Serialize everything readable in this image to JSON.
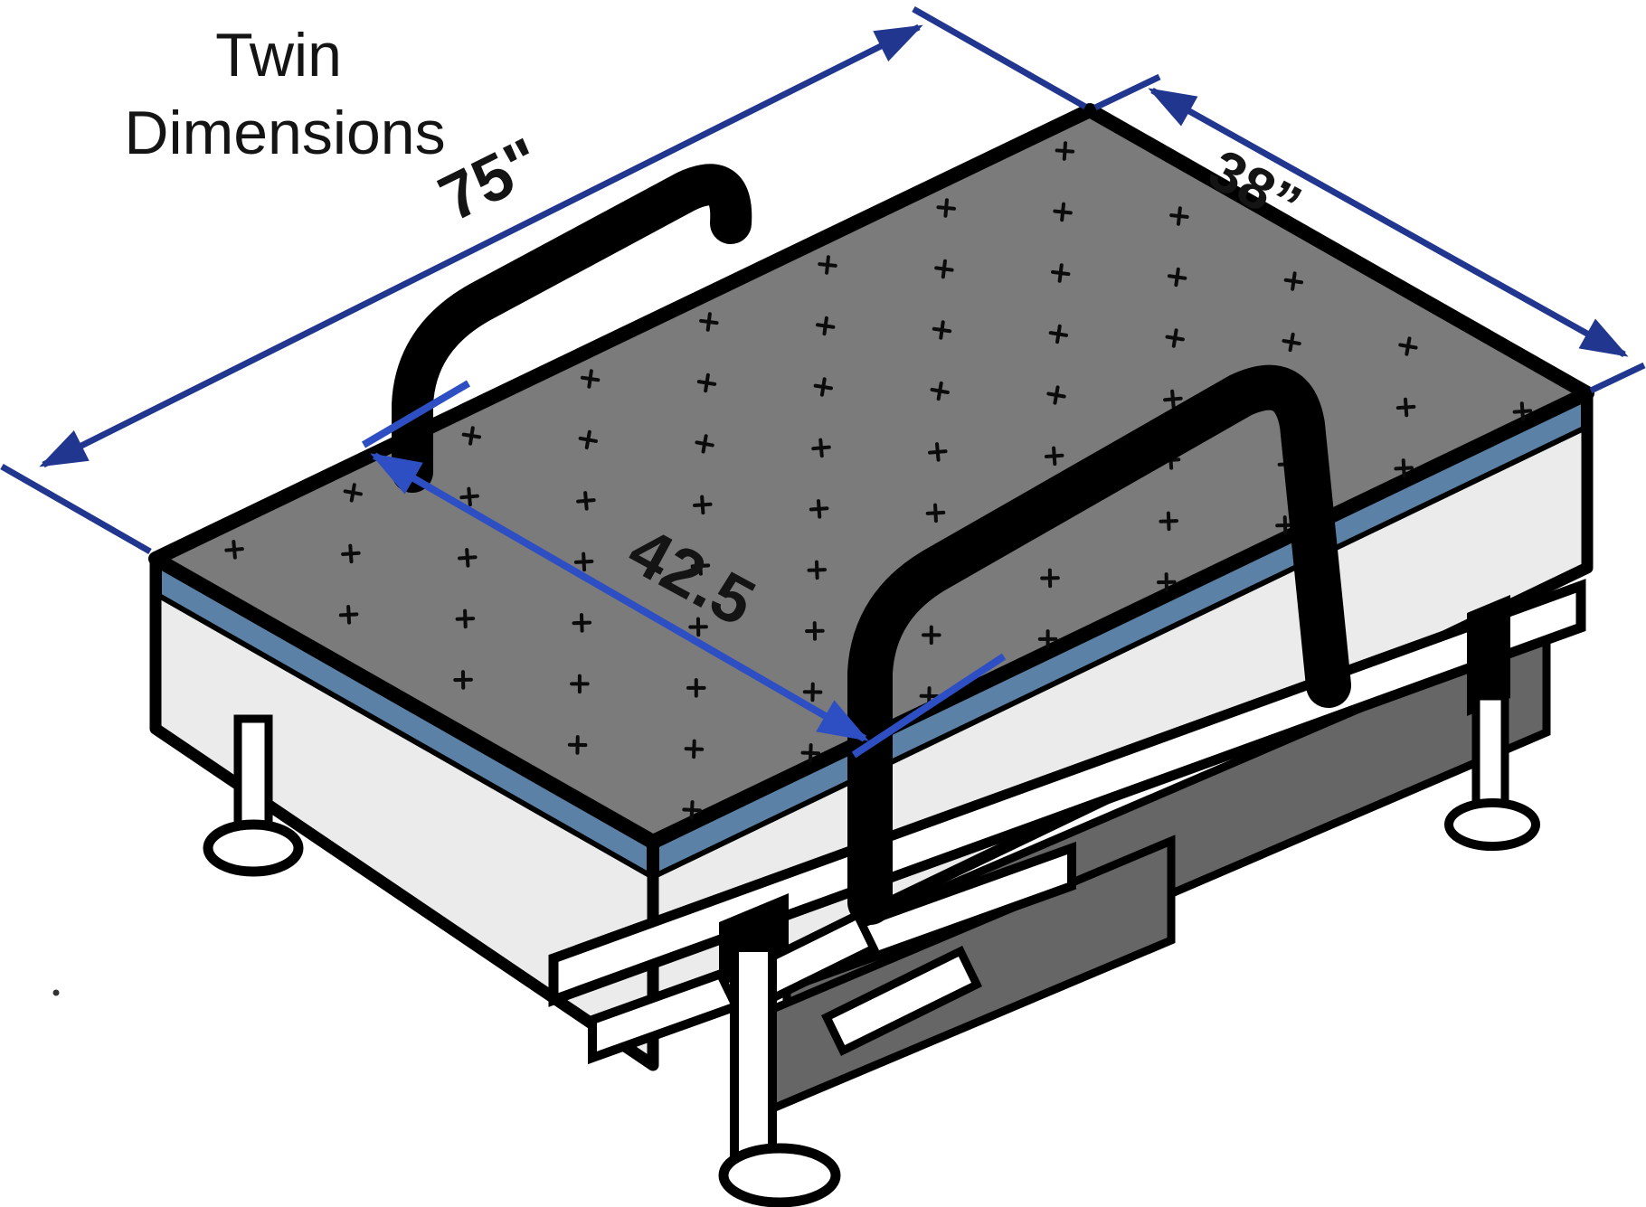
{
  "title": {
    "line1": "Twin",
    "line2": "Dimensions"
  },
  "dimensions": {
    "length_label": "75\"",
    "width_label": "38”",
    "rail_gap_label": "42.5"
  },
  "colors": {
    "dimension_line": "#21378f",
    "gap_dimension_line": "#2e4fc3",
    "label_text": "#141414",
    "mattress_top": "#7b7b7b",
    "mattress_trim": "#5b82a6",
    "mattress_side": "#ebebeb",
    "base_panel": "#666666",
    "frame_fill": "#ffffff",
    "rail": "#000000",
    "outline": "#000000",
    "background": "#ffffff"
  }
}
